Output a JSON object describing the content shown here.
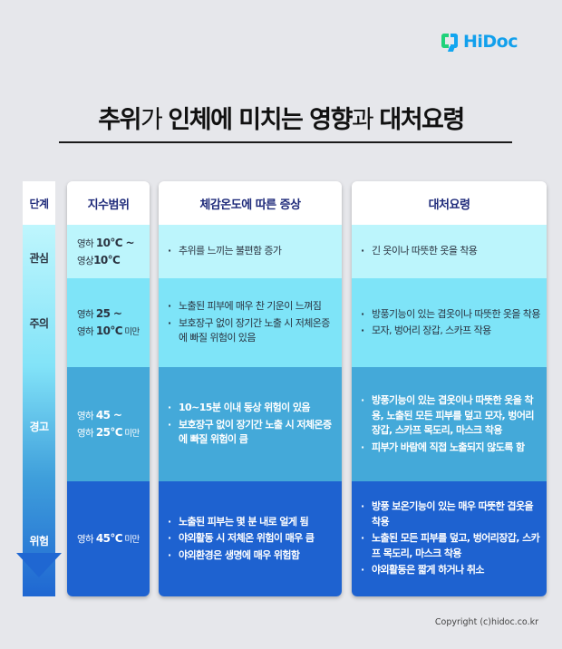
{
  "brand": {
    "logo_text": "HiDoc",
    "colors": {
      "green": "#1fd27a",
      "blue": "#12a6f0"
    }
  },
  "title": {
    "bold1": "추위",
    "thin1": "가 ",
    "bold2": "인체에 미치는 영향",
    "thin2": "과 ",
    "bold3": "대처요령"
  },
  "headers": {
    "stage": "단계",
    "range": "지수범위",
    "symptoms": "체감온도에 따른 증상",
    "actions": "대처요령"
  },
  "rows": [
    {
      "stage": "관심",
      "range": {
        "line1_prefix": "영하 ",
        "line1_value": "10°C ~",
        "line1_suffix": "",
        "line2_prefix": "영상",
        "line2_value": "10°C",
        "line2_suffix": ""
      },
      "symptoms": [
        "추위를 느끼는 불편함 증가"
      ],
      "actions": [
        "긴 옷이나 따뜻한 옷을 착용"
      ],
      "color": "#bcf5fc"
    },
    {
      "stage": "주의",
      "range": {
        "line1_prefix": "영하 ",
        "line1_value": "25 ~",
        "line1_suffix": "",
        "line2_prefix": "영하 ",
        "line2_value": "10°C",
        "line2_suffix": " 미만"
      },
      "symptoms": [
        "노출된 피부에 매우 찬 기운이 느껴짐",
        "보호장구 없이 장기간 노출 시 저체온증에 빠질 위험이 있음"
      ],
      "actions": [
        "방풍기능이 있는 겹옷이나 따뜻한 옷을 착용",
        "모자, 벙어리 장갑, 스카프 작용"
      ],
      "color": "#7ee4f8"
    },
    {
      "stage": "경고",
      "range": {
        "line1_prefix": "영하 ",
        "line1_value": "45  ~",
        "line1_suffix": "",
        "line2_prefix": "영하 ",
        "line2_value": "25°C",
        "line2_suffix": " 미만"
      },
      "symptoms": [
        "10~15분 이내 동상 위험이 있음",
        "보호장구 없이 장기간 노출 시 저체온증에 빠질 위험이 큼"
      ],
      "actions": [
        "방풍기능이 있는 겹옷이나 따뜻한 옷을 착용, 노출된 모든 피부를 덮고 모자, 벙어리장갑, 스카프 목도리, 마스크 착용",
        "피부가 바람에 직접 노출되지 않도록 함"
      ],
      "color": "#44a9d9"
    },
    {
      "stage": "위험",
      "range": {
        "line1_prefix": "영하 ",
        "line1_value": "45°C",
        "line1_suffix": " 미만",
        "line2_prefix": "",
        "line2_value": "",
        "line2_suffix": ""
      },
      "symptoms": [
        "노출된 피부는 몇 분 내로 얼게 됨",
        "야외활동 시 저체온 위험이 매우 큼",
        "야외환경은 생명에 매우 위험함"
      ],
      "actions": [
        "방풍 보온기능이 있는 매우 따뜻한 겹옷을 착용",
        "노출된 모든 피부를 덮고, 벙어리장갑, 스카프 목도리, 마스크 착용",
        "야외활동은 짧게 하거나 취소"
      ],
      "color": "#1e62d0"
    }
  ],
  "footer": {
    "copyright": "Copyright (c)hidoc.co.kr"
  }
}
